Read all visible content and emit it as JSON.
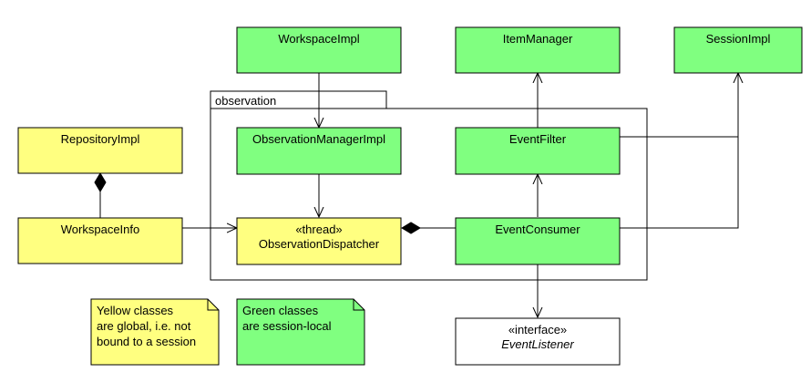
{
  "package": {
    "label": "observation"
  },
  "classes": {
    "workspace_impl": "WorkspaceImpl",
    "item_manager": "ItemManager",
    "session_impl": "SessionImpl",
    "repository_impl": "RepositoryImpl",
    "observation_manager_impl": "ObservationManagerImpl",
    "event_filter": "EventFilter",
    "workspace_info": "WorkspaceInfo",
    "observation_dispatcher": {
      "stereotype": "«thread»",
      "name": "ObservationDispatcher"
    },
    "event_consumer": "EventConsumer",
    "event_listener": {
      "stereotype": "«interface»",
      "name": "EventListener"
    }
  },
  "notes": {
    "yellow": [
      "Yellow classes",
      "are global, i.e. not",
      "bound to a session"
    ],
    "green": [
      "Green classes",
      "are session-local"
    ]
  },
  "colors": {
    "session_local": "#80ff80",
    "global": "#ffff80",
    "interface": "#ffffff"
  }
}
